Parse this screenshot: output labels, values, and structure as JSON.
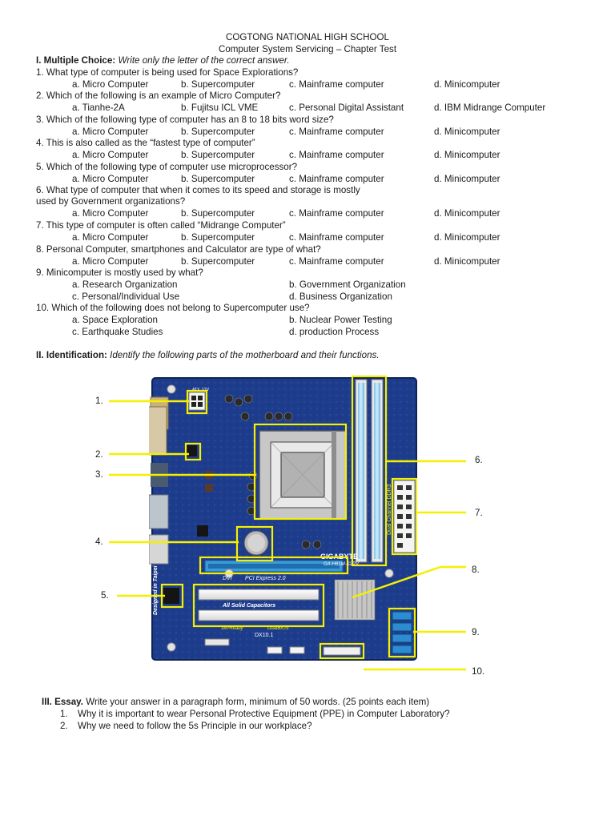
{
  "header": {
    "school": "COGTONG NATIONAL HIGH SCHOOL",
    "subtitle": "Computer System Servicing – Chapter Test"
  },
  "part1": {
    "heading": "I. Multiple Choice:",
    "instruction": "Write only the letter of the correct answer.",
    "questions": [
      {
        "q": "1. What type of computer is being used for Space Explorations?",
        "opts": [
          "a. Micro Computer",
          "b. Supercomputer",
          "c. Mainframe computer",
          "d. Minicomputer"
        ]
      },
      {
        "q": "2. Which of the following is an example of Micro Computer?",
        "opts": [
          "a. Tianhe-2A",
          "b. Fujitsu ICL VME",
          "c. Personal Digital Assistant",
          "d. IBM Midrange Computer"
        ]
      },
      {
        "q": "3. Which of the following type of computer has an 8 to 18 bits word size?",
        "opts": [
          "a. Micro Computer",
          "b. Supercomputer",
          "c. Mainframe computer",
          "d. Minicomputer"
        ]
      },
      {
        "q": "4. This is also called as the “fastest type of computer”",
        "opts": [
          "a. Micro Computer",
          "b. Supercomputer",
          "c. Mainframe computer",
          "d. Minicomputer"
        ]
      },
      {
        "q": "5. Which of the following type of computer use microprocessor?",
        "opts": [
          "a. Micro Computer",
          "b. Supercomputer",
          "c. Mainframe computer",
          "d. Minicomputer"
        ]
      },
      {
        "q": "6. What type of computer that when it comes to its speed and storage is mostly",
        "q2": "used by Government organizations?",
        "opts": [
          "a. Micro Computer",
          "b. Supercomputer",
          "c. Mainframe computer",
          "d. Minicomputer"
        ]
      },
      {
        "q": "7. This type of computer is often called “Midrange Computer”",
        "opts": [
          "a. Micro Computer",
          "b. Supercomputer",
          "c. Mainframe computer",
          "d. Minicomputer"
        ]
      },
      {
        "q": "8. Personal Computer, smartphones and Calculator are type of what?",
        "opts": [
          "a. Micro Computer",
          "b. Supercomputer",
          "c. Mainframe computer",
          "d. Minicomputer"
        ]
      },
      {
        "q": "9. Minicomputer is mostly used by what?",
        "opts": [
          "a. Research Organization",
          "b. Government Organization",
          "c. Personal/Individual Use",
          "d. Business Organization"
        ]
      },
      {
        "q": "10. Which of the following does not belong to Supercomputer use?",
        "opts": [
          "a. Space Exploration",
          "b. Nuclear Power Testing",
          "c. Earthquake Studies",
          "d. production Process"
        ]
      }
    ]
  },
  "part2": {
    "heading": "II. Identification:",
    "instruction": "Identify the following parts of the motherboard and their functions.",
    "callouts": [
      "1.",
      "2.",
      "3.",
      "4.",
      "5.",
      "6.",
      "7.",
      "8.",
      "9.",
      "10."
    ],
    "board_text": {
      "brand": "GIGABYTE",
      "model": "GA-H61M-S2PV",
      "caps": "All Solid Capacitors",
      "pcie": "PCI Express 2.0",
      "dvi": "DVI",
      "made": "Designed in Taipei",
      "dx": "DX10.1",
      "dual": "Dual Channel DDR3",
      "atx": "ATX_12V",
      "ready": "3xPReady",
      "dualbios": "DualBIOS"
    }
  },
  "part3": {
    "heading": "III. Essay.",
    "instruction": "Write your answer in a paragraph form, minimum of 50 words. (25 points each item)",
    "items": [
      {
        "num": "1.",
        "text": "Why it is important to wear Personal Protective Equipment (PPE) in Computer Laboratory?"
      },
      {
        "num": "2.",
        "text": "Why we need to follow the 5s Principle in our workplace?"
      }
    ]
  },
  "colors": {
    "board": "#1d3a8a",
    "highlight": "#f5f000",
    "text": "#1a1a1a"
  }
}
